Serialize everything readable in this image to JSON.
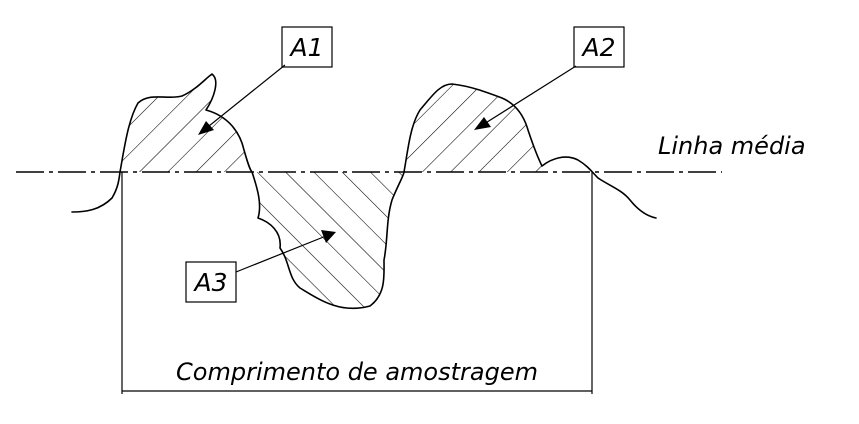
{
  "labels": {
    "a1": "A1",
    "a2": "A2",
    "a3": "A3",
    "mean_line": "Linha média",
    "sampling_length": "Comprimento de amostragem"
  }
}
